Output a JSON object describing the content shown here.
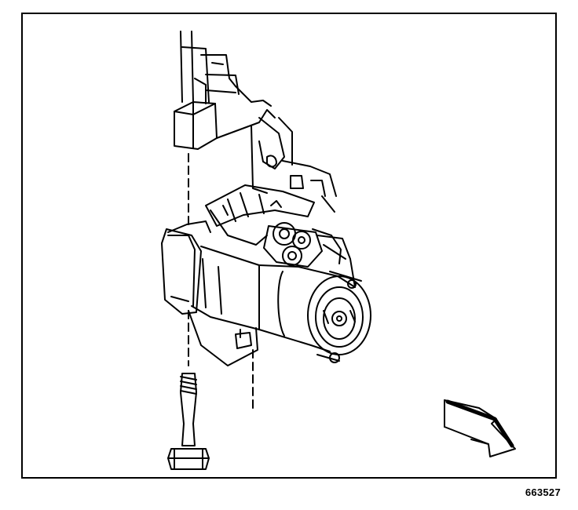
{
  "figure": {
    "number": "663527",
    "subject": "starter-motor-installation",
    "colors": {
      "line": "#000000",
      "background": "#ffffff"
    },
    "icons": [
      "starter-motor-illustration",
      "mounting-bolt-icon",
      "engine-block-bracket",
      "front-view-arrow-icon"
    ]
  }
}
